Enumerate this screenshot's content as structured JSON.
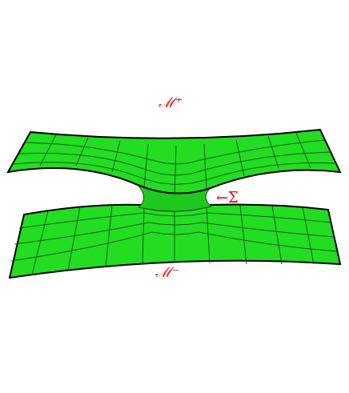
{
  "diagram": {
    "labels": [
      "ℳ⁺",
      "←Σ",
      "ℳ⁻"
    ]
  }
}
